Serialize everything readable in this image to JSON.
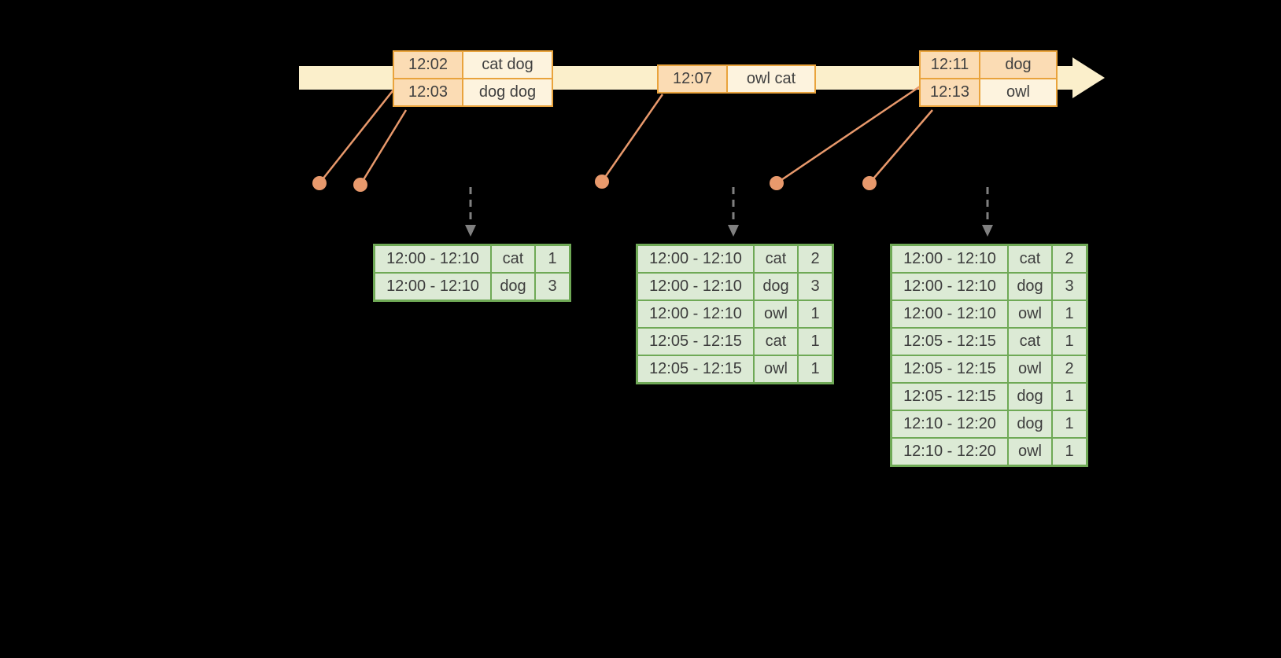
{
  "palette": {
    "background": "#000000",
    "timeline_fill": "#FBEFCB",
    "event_border": "#E9A33C",
    "event_time_fill": "#FBDCB4",
    "event_word_fill": "#FDF3DE",
    "connector_dot_color": "#E8996C",
    "trigger_arrow_color": "#808080",
    "result_border": "#6FA956",
    "result_fill": "#DCEAD5"
  },
  "events": [
    {
      "rows": [
        {
          "time": "12:02",
          "words": "cat dog"
        },
        {
          "time": "12:03",
          "words": "dog dog"
        }
      ]
    },
    {
      "rows": [
        {
          "time": "12:07",
          "words": "owl cat"
        }
      ]
    },
    {
      "rows": [
        {
          "time": "12:11",
          "words": "dog",
          "highlight": true
        },
        {
          "time": "12:13",
          "words": "owl"
        }
      ]
    }
  ],
  "result_tables": [
    {
      "rows": [
        {
          "window": "12:00 - 12:10",
          "word": "cat",
          "count": "1"
        },
        {
          "window": "12:00 - 12:10",
          "word": "dog",
          "count": "3"
        }
      ]
    },
    {
      "rows": [
        {
          "window": "12:00 - 12:10",
          "word": "cat",
          "count": "2"
        },
        {
          "window": "12:00 - 12:10",
          "word": "dog",
          "count": "3"
        },
        {
          "window": "12:00 - 12:10",
          "word": "owl",
          "count": "1"
        },
        {
          "window": "12:05 - 12:15",
          "word": "cat",
          "count": "1"
        },
        {
          "window": "12:05 - 12:15",
          "word": "owl",
          "count": "1"
        }
      ]
    },
    {
      "rows": [
        {
          "window": "12:00 - 12:10",
          "word": "cat",
          "count": "2"
        },
        {
          "window": "12:00 - 12:10",
          "word": "dog",
          "count": "3"
        },
        {
          "window": "12:00 - 12:10",
          "word": "owl",
          "count": "1"
        },
        {
          "window": "12:05 - 12:15",
          "word": "cat",
          "count": "1"
        },
        {
          "window": "12:05 - 12:15",
          "word": "owl",
          "count": "2"
        },
        {
          "window": "12:05 - 12:15",
          "word": "dog",
          "count": "1"
        },
        {
          "window": "12:10 - 12:20",
          "word": "dog",
          "count": "1"
        },
        {
          "window": "12:10 - 12:20",
          "word": "owl",
          "count": "1"
        }
      ]
    }
  ]
}
